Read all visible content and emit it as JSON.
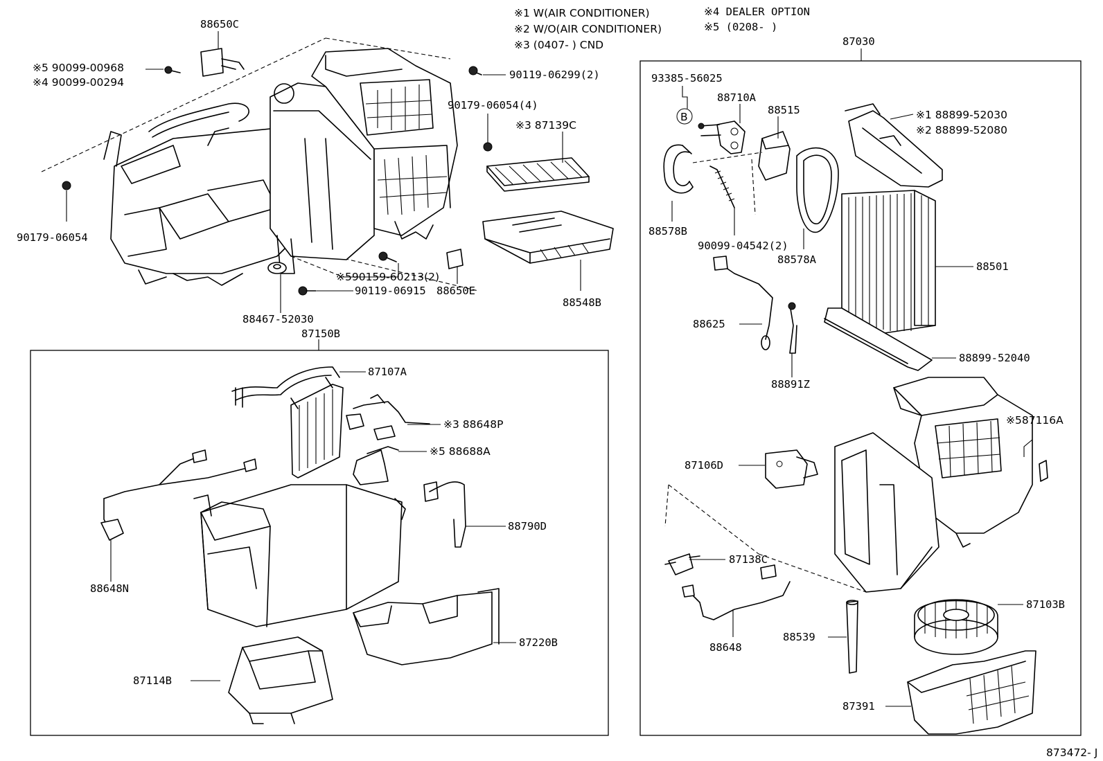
{
  "notes": {
    "n1": "※1  W(AIR CONDITIONER)",
    "n2": "※2  W/O(AIR CONDITIONER)",
    "n3": "※3  (0407-     ) CND",
    "n4": "※4 DEALER OPTION",
    "n5": "※5 (0208-      )"
  },
  "labels": {
    "p88650C": "88650C",
    "p90099_00968": "※5 90099-00968",
    "p90099_00294": "※4 90099-00294",
    "p90119_06299": "90119-06299(2)",
    "p90179_06054_4": "90179-06054(4)",
    "p87139C": "※3 87139C",
    "p90179_06054": "90179-06054",
    "p90159_60213": "※590159-60213(2)",
    "p90119_06915": "90119-06915",
    "p88650E": "88650E",
    "p88467_52030": "88467-52030",
    "p88548B": "88548B",
    "p87150B": "87150B",
    "p87107A": "87107A",
    "p88648P": "※3 88648P",
    "p88688A": "※5 88688A",
    "p88790D": "88790D",
    "p88648N": "88648N",
    "p87220B": "87220B",
    "p87114B": "87114B",
    "p87030": "87030",
    "p93385_56025": "93385-56025",
    "p88710A": "88710A",
    "p88515": "88515",
    "pB": "B",
    "p88899_52030": "※1 88899-52030",
    "p88899_52080": "※2 88899-52080",
    "p88578B": "88578B",
    "p90099_04542": "90099-04542(2)",
    "p88578A": "88578A",
    "p88501": "88501",
    "p88625": "88625",
    "p88891Z": "88891Z",
    "p88899_52040": "88899-52040",
    "p87116A": "※587116A",
    "p87106D": "87106D",
    "p87138C": "87138C",
    "p87103B": "87103B",
    "p88648": "88648",
    "p88539": "88539",
    "p87391": "87391",
    "code": "873472- J"
  }
}
